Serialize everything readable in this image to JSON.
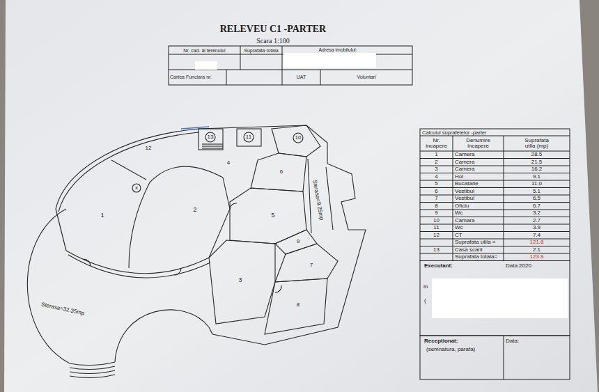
{
  "diagram": {
    "title": "RELEVEU C1 -PARTER",
    "labels": [
      "Scara 1:100",
      "Nr. cad. al terenului",
      "Suprafata totala",
      "Adresa imobilului:",
      "Cartea Funciara nr.",
      "UAT",
      "Voluntari",
      "13",
      "11",
      "10",
      "12",
      "4",
      "6",
      "x",
      "1",
      "2",
      "Sterasa=9.25mp",
      "5",
      "9",
      "7",
      "3",
      "8",
      "Sterasa=32.35mp",
      "Calculul suprafetelor -parter",
      "Nr. incapere",
      "Denumire incapere",
      "Suprafata utila (mp)",
      "1",
      "Camera",
      "28.5",
      "2",
      "Camera",
      "21.5",
      "3",
      "Camera",
      "16.2",
      "4",
      "Hol",
      "9.1",
      "5",
      "Bucatarie",
      "11.0",
      "6",
      "Vestibul",
      "5.1",
      "7",
      "Vestibul",
      "6.5",
      "8",
      "Oficiu",
      "6.7",
      "9",
      "Wc",
      "3.2",
      "10",
      "Camara",
      "2.7",
      "11",
      "Wc",
      "3.9",
      "12",
      "CT",
      "7.4",
      "Suprafata utila =",
      "121.8",
      "13",
      "Casa scarii",
      "2.1",
      "Suprafata totala=",
      "123.9",
      "Executant:",
      "Data:2020",
      "in",
      "(",
      "Receptionat:",
      "Data:",
      "(semnatura, parafa)"
    ]
  }
}
